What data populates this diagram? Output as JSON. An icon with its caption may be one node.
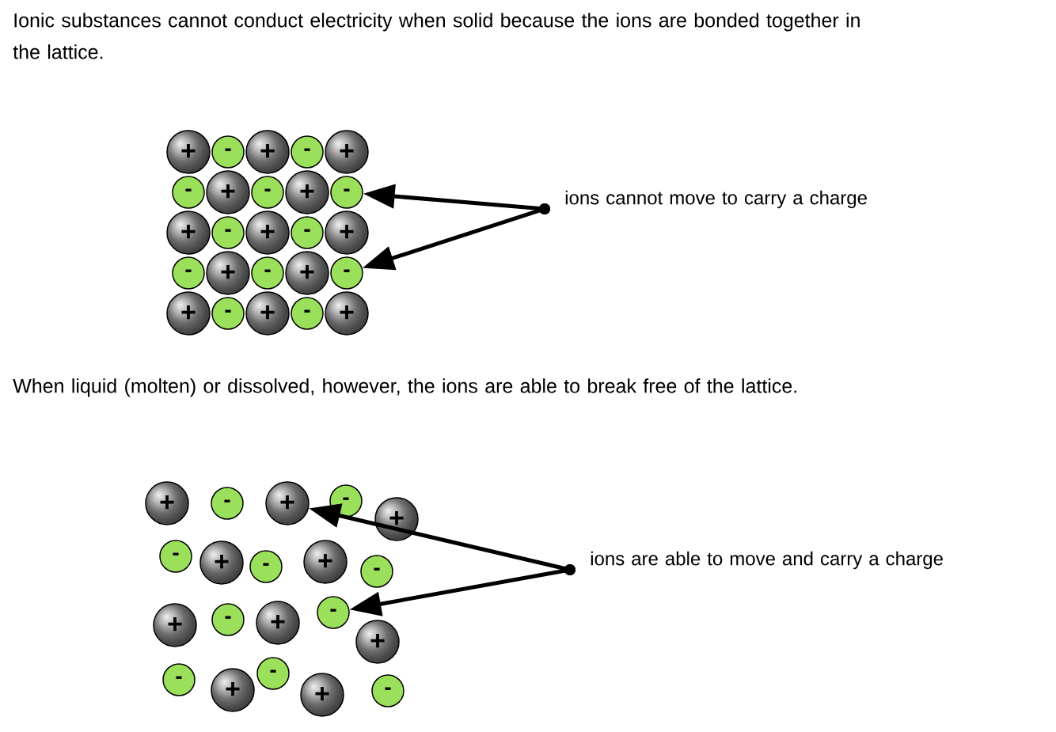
{
  "diagram": {
    "nodes": [
      {
        "text": [
          "+"
        ]
      },
      {
        "text": [
          "-"
        ]
      },
      {
        "text": [
          "+"
        ]
      },
      {
        "text": [
          "-"
        ]
      },
      {
        "text": [
          "+"
        ]
      },
      {
        "text": [
          "-"
        ]
      },
      {
        "text": [
          "+"
        ]
      },
      {
        "text": [
          "-"
        ]
      },
      {
        "text": [
          "+"
        ]
      },
      {
        "text": [
          "-"
        ]
      },
      {
        "text": [
          "+"
        ]
      },
      {
        "text": [
          "-"
        ]
      },
      {
        "text": [
          "+"
        ]
      },
      {
        "text": [
          "-"
        ]
      },
      {
        "text": [
          "+"
        ]
      },
      {
        "text": [
          "-"
        ]
      },
      {
        "text": [
          "+"
        ]
      },
      {
        "text": [
          "-"
        ]
      },
      {
        "text": [
          "+"
        ]
      },
      {
        "text": [
          "-"
        ]
      },
      {
        "text": [
          "+"
        ]
      },
      {
        "text": [
          "-"
        ]
      },
      {
        "text": [
          "+"
        ]
      },
      {
        "text": [
          "-"
        ]
      },
      {
        "text": [
          "+"
        ]
      },
      {
        "text": [
          "ions cannot move to carry a charge"
        ]
      },
      {
        "text": [
          "+"
        ]
      },
      {
        "text": [
          "-"
        ]
      },
      {
        "text": [
          "+"
        ]
      },
      {
        "text": [
          "-"
        ]
      },
      {
        "text": [
          "+"
        ]
      },
      {
        "text": [
          "-"
        ]
      },
      {
        "text": [
          "+"
        ]
      },
      {
        "text": [
          "-"
        ]
      },
      {
        "text": [
          "+"
        ]
      },
      {
        "text": [
          "-"
        ]
      },
      {
        "text": [
          "+"
        ]
      },
      {
        "text": [
          "-"
        ]
      },
      {
        "text": [
          "+"
        ]
      },
      {
        "text": [
          "-"
        ]
      },
      {
        "text": [
          "+"
        ]
      },
      {
        "text": [
          "-"
        ]
      },
      {
        "text": [
          "+"
        ]
      },
      {
        "text": [
          "-"
        ]
      },
      {
        "text": [
          "+"
        ]
      },
      {
        "text": [
          "-"
        ]
      },
      {
        "text": [
          "ions are able to move and carry a charge"
        ]
      }
    ],
    "edges": [
      {
        "from": 25,
        "to": 9,
        "arrow": "to"
      },
      {
        "from": 25,
        "to": 19,
        "arrow": "to"
      },
      {
        "from": 46,
        "to": 28,
        "arrow": "to"
      },
      {
        "from": 46,
        "to": 39,
        "arrow": "to"
      }
    ],
    "labels": [
      "Ionic substances cannot conduct electricity when solid because the ions are bonded together in the lattice.",
      "When liquid (molten) or dissolved, however, the ions are able to break free of the lattice."
    ]
  }
}
